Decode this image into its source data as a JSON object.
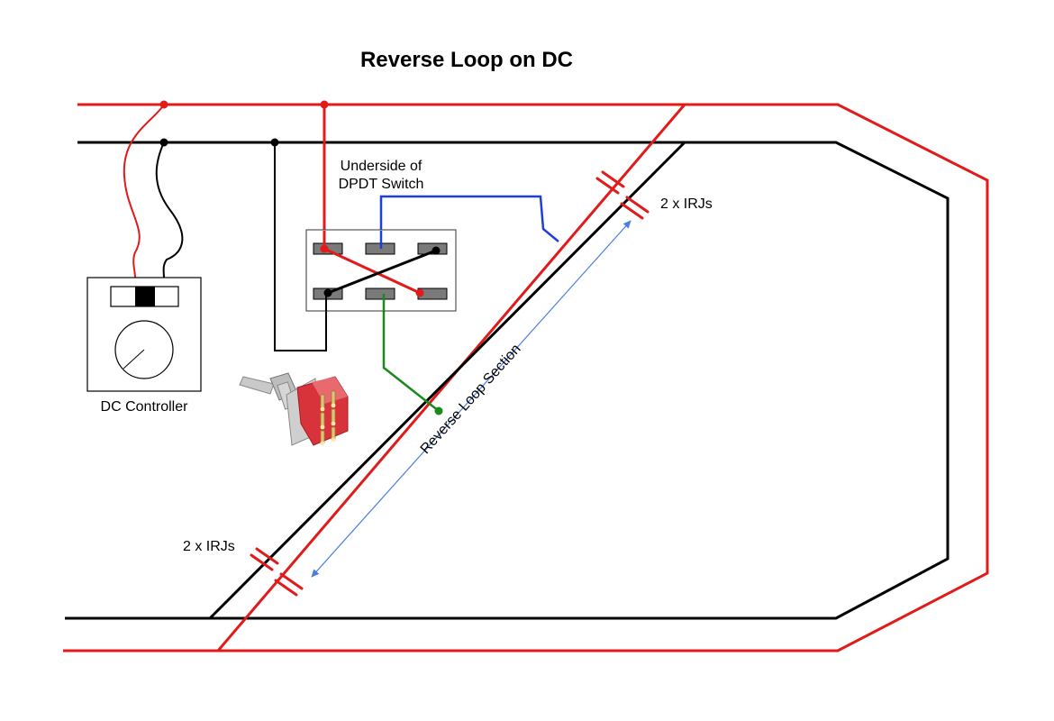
{
  "title": "Reverse Loop on DC",
  "labels": {
    "switch_caption_line1": "Underside of",
    "switch_caption_line2": "DPDT Switch",
    "irj_top": "2 x IRJs",
    "irj_bottom": "2 x IRJs",
    "controller": "DC Controller",
    "loop_section": "Reverse Loop Section"
  },
  "colors": {
    "rail_red": "#e11a1a",
    "rail_black": "#000000",
    "wire_blue": "#1f3fd8",
    "wire_green": "#1a8a1a",
    "arrow_blue": "#4a7fe0",
    "terminal_gray": "#7a7a7a",
    "toggle_red": "#d8333a"
  },
  "icons": {
    "dc_controller": "dc-controller-icon",
    "toggle_switch": "toggle-switch-photo-icon"
  }
}
